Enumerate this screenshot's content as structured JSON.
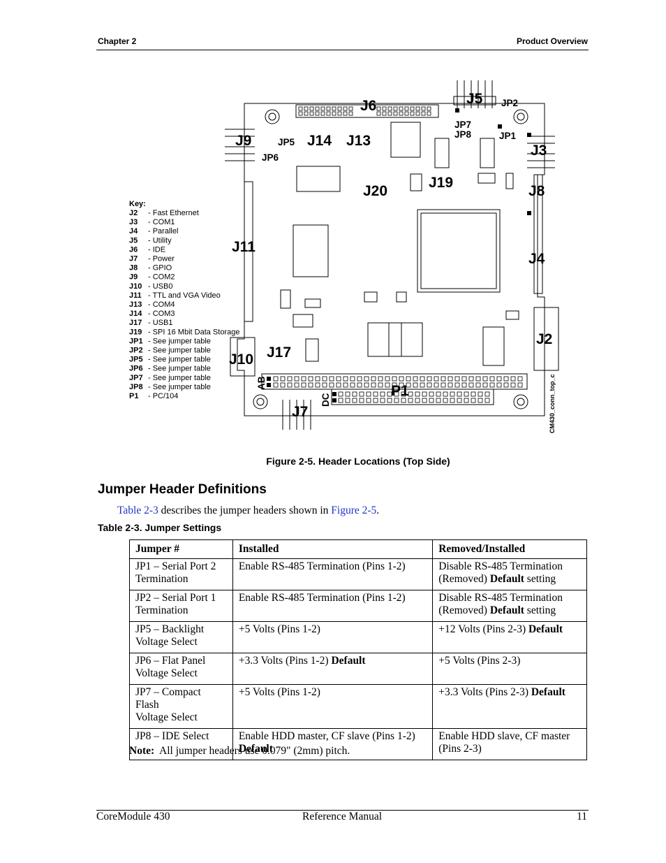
{
  "header": {
    "left": "Chapter 2",
    "right": "Product Overview"
  },
  "figure": {
    "labels": {
      "J5": "J5",
      "J6": "J6",
      "JP2": "JP2",
      "JP7": "JP7",
      "JP8": "JP8",
      "JP1": "JP1",
      "J9": "J9",
      "JP5": "JP5",
      "J14": "J14",
      "J13": "J13",
      "J3": "J3",
      "JP6": "JP6",
      "J19": "J19",
      "J20": "J20",
      "J8": "J8",
      "J11": "J11",
      "J4": "J4",
      "J2": "J2",
      "J17": "J17",
      "J10": "J10",
      "AB": "AB",
      "DC": "DC",
      "P1": "P1",
      "J7": "J7",
      "drawing_id": "CM430_conn_top_c"
    },
    "key_title": "Key:",
    "key": [
      {
        "code": "J2",
        "desc": "- Fast Ethernet"
      },
      {
        "code": "J3",
        "desc": "- COM1"
      },
      {
        "code": "J4",
        "desc": "- Parallel"
      },
      {
        "code": "J5",
        "desc": "- Utility"
      },
      {
        "code": "J6",
        "desc": "- IDE"
      },
      {
        "code": "J7",
        "desc": "- Power"
      },
      {
        "code": "J8",
        "desc": "- GPIO"
      },
      {
        "code": "J9",
        "desc": "- COM2"
      },
      {
        "code": "J10",
        "desc": "- USB0"
      },
      {
        "code": "J11",
        "desc": "- TTL and VGA Video"
      },
      {
        "code": "J13",
        "desc": "- COM4"
      },
      {
        "code": "J14",
        "desc": "- COM3"
      },
      {
        "code": "J17",
        "desc": "- USB1"
      },
      {
        "code": "J19",
        "desc": "- SPI 16 Mbit Data Storage"
      },
      {
        "code": "JP1",
        "desc": "- See jumper table"
      },
      {
        "code": "JP2",
        "desc": "- See jumper table"
      },
      {
        "code": "JP5",
        "desc": "- See jumper table"
      },
      {
        "code": "JP6",
        "desc": "- See jumper table"
      },
      {
        "code": "JP7",
        "desc": "- See jumper table"
      },
      {
        "code": "JP8",
        "desc": "- See jumper table"
      },
      {
        "code": "P1",
        "desc": "- PC/104"
      }
    ],
    "caption": "Figure  2-5.   Header Locations (Top Side)"
  },
  "section": {
    "title": "Jumper Header Definitions",
    "intro_link1": "Table 2-3",
    "intro_mid": " describes the jumper headers shown in ",
    "intro_link2": "Figure 2-5",
    "intro_end": "."
  },
  "table": {
    "title": "Table 2-3.   Jumper Settings",
    "headers": [
      "Jumper #",
      "Installed",
      "Removed/Installed"
    ],
    "rows": [
      {
        "jumper": [
          "JP1 – Serial Port 2",
          "Termination"
        ],
        "installed": "Enable RS-485 Termination (Pins 1-2)",
        "installed_bold": "",
        "removed": [
          "Disable RS-485 Termination",
          "(Removed) "
        ],
        "removed_bold": "Default",
        "removed_tail": " setting"
      },
      {
        "jumper": [
          "JP2 – Serial Port 1",
          "Termination"
        ],
        "installed": "Enable RS-485 Termination (Pins 1-2)",
        "installed_bold": "",
        "removed": [
          "Disable RS-485 Termination",
          "(Removed) "
        ],
        "removed_bold": "Default",
        "removed_tail": " setting"
      },
      {
        "jumper": [
          "JP5 – Backlight",
          "Voltage Select"
        ],
        "installed": "+5 Volts (Pins 1-2)",
        "installed_bold": "",
        "removed": [
          "+12 Volts (Pins 2-3) "
        ],
        "removed_bold": "Default",
        "removed_tail": ""
      },
      {
        "jumper": [
          "JP6 – Flat Panel",
          "Voltage Select"
        ],
        "installed": "+3.3 Volts (Pins 1-2) ",
        "installed_bold": "Default",
        "removed": [
          "+5 Volts (Pins 2-3)"
        ],
        "removed_bold": "",
        "removed_tail": ""
      },
      {
        "jumper": [
          "JP7 – Compact Flash",
          "Voltage Select"
        ],
        "installed": "+5 Volts (Pins 1-2)",
        "installed_bold": "",
        "removed": [
          "+3.3 Volts (Pins 2-3) "
        ],
        "removed_bold": "Default",
        "removed_tail": ""
      },
      {
        "jumper": [
          "JP8 – IDE Select",
          ""
        ],
        "installed": "Enable HDD master, CF slave (Pins 1-2)",
        "installed_bold": "Default",
        "removed": [
          "Enable HDD slave, CF master",
          "(Pins 2-3)"
        ],
        "removed_bold": "",
        "removed_tail": ""
      }
    ]
  },
  "note": {
    "label": "Note:",
    "text": "  All jumper headers use 0.079\" (2mm) pitch."
  },
  "footer": {
    "left": "CoreModule 430",
    "center": "Reference Manual",
    "right": "11"
  }
}
